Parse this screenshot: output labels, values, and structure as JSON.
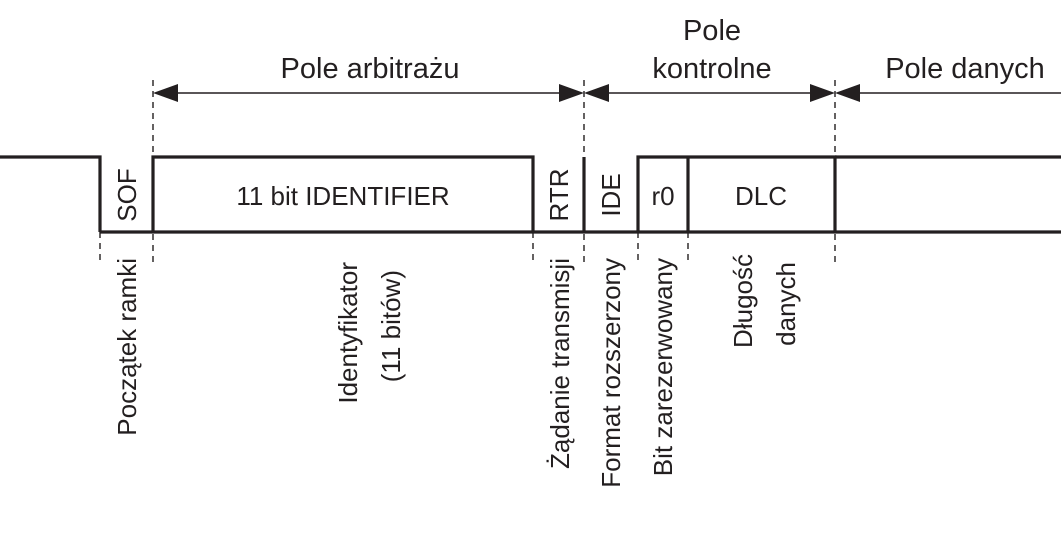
{
  "fields_header": {
    "arbitration": "Pole arbitrażu",
    "control_line1": "Pole",
    "control_line2": "kontrolne",
    "data": "Pole danych"
  },
  "frame_bits": {
    "sof": "SOF",
    "identifier": "11 bit IDENTIFIER",
    "rtr": "RTR",
    "ide": "IDE",
    "r0": "r0",
    "dlc": "DLC"
  },
  "descriptions": {
    "start_of_frame": "Początek ramki",
    "identifier_line1": "Identyfikator",
    "identifier_line2": "(11 bitów)",
    "transmission_request": "Żądanie transmisji",
    "extended_format": "Format rozszerzony",
    "reserved_bit": "Bit zarezerwowany",
    "data_length_line1": "Długość",
    "data_length_line2": "danych"
  }
}
